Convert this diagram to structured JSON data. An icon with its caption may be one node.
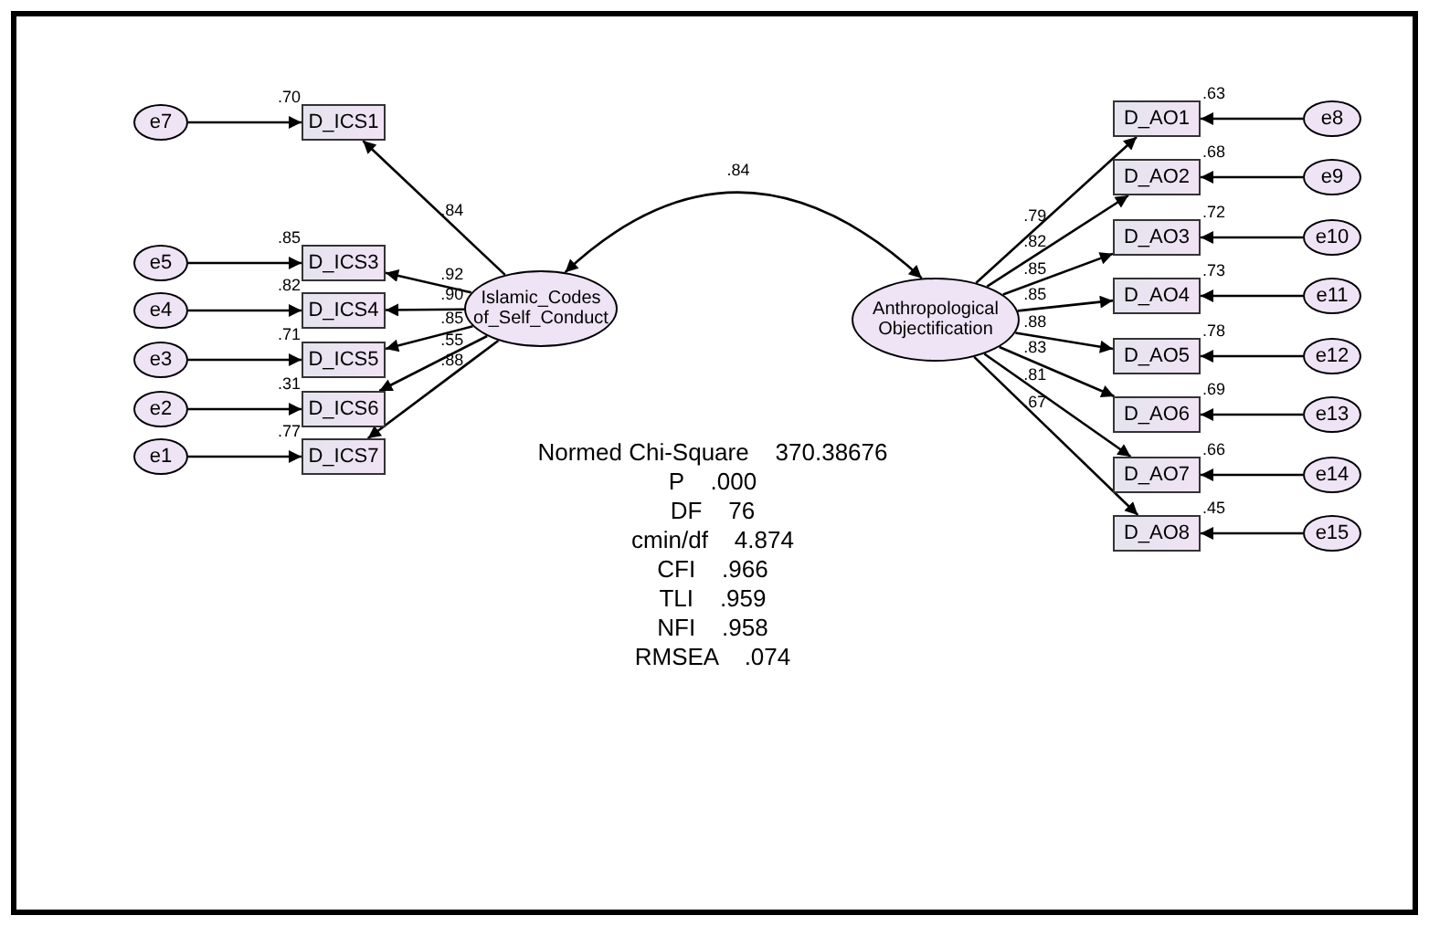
{
  "diagram": {
    "nodes": [
      {
        "text": [
          "Islamic_Codes of_Self_Conduct"
        ]
      },
      {
        "text": [
          "Anthropological Objectification"
        ]
      },
      {
        "text": [
          "D_ICS1"
        ],
        "beside": [
          ".70"
        ]
      },
      {
        "text": [
          "D_ICS3"
        ],
        "beside": [
          ".85"
        ]
      },
      {
        "text": [
          "D_ICS4"
        ],
        "beside": [
          ".82"
        ]
      },
      {
        "text": [
          "D_ICS5"
        ],
        "beside": [
          ".71"
        ]
      },
      {
        "text": [
          "D_ICS6"
        ],
        "beside": [
          ".31"
        ]
      },
      {
        "text": [
          "D_ICS7"
        ],
        "beside": [
          ".77"
        ]
      },
      {
        "text": [
          "e7"
        ]
      },
      {
        "text": [
          "e5"
        ]
      },
      {
        "text": [
          "e4"
        ]
      },
      {
        "text": [
          "e3"
        ]
      },
      {
        "text": [
          "e2"
        ]
      },
      {
        "text": [
          "e1"
        ]
      },
      {
        "text": [
          "D_AO1"
        ],
        "beside": [
          ".63"
        ]
      },
      {
        "text": [
          "D_AO2"
        ],
        "beside": [
          ".68"
        ]
      },
      {
        "text": [
          "D_AO3"
        ],
        "beside": [
          ".72"
        ]
      },
      {
        "text": [
          "D_AO4"
        ],
        "beside": [
          ".73"
        ]
      },
      {
        "text": [
          "D_AO5"
        ],
        "beside": [
          ".78"
        ]
      },
      {
        "text": [
          "D_AO6"
        ],
        "beside": [
          ".69"
        ]
      },
      {
        "text": [
          "D_AO7"
        ],
        "beside": [
          ".66"
        ]
      },
      {
        "text": [
          "D_AO8"
        ],
        "beside": [
          ".45"
        ]
      },
      {
        "text": [
          "e8"
        ]
      },
      {
        "text": [
          "e9"
        ]
      },
      {
        "text": [
          "e10"
        ]
      },
      {
        "text": [
          "e11"
        ]
      },
      {
        "text": [
          "e12"
        ]
      },
      {
        "text": [
          "e13"
        ]
      },
      {
        "text": [
          "e14"
        ]
      },
      {
        "text": [
          "e15"
        ]
      }
    ],
    "edges": [
      {
        "from": 0,
        "to": 1,
        "arrow": "both",
        "label": ".84"
      },
      {
        "from": 0,
        "to": 2,
        "arrow": "to",
        "label": ".84"
      },
      {
        "from": 0,
        "to": 3,
        "arrow": "to",
        "label": ".92"
      },
      {
        "from": 0,
        "to": 4,
        "arrow": "to",
        "label": ".90"
      },
      {
        "from": 0,
        "to": 5,
        "arrow": "to",
        "label": ".85"
      },
      {
        "from": 0,
        "to": 6,
        "arrow": "to",
        "label": ".55"
      },
      {
        "from": 0,
        "to": 7,
        "arrow": "to",
        "label": ".88"
      },
      {
        "from": 8,
        "to": 2,
        "arrow": "to"
      },
      {
        "from": 9,
        "to": 3,
        "arrow": "to"
      },
      {
        "from": 10,
        "to": 4,
        "arrow": "to"
      },
      {
        "from": 11,
        "to": 5,
        "arrow": "to"
      },
      {
        "from": 12,
        "to": 6,
        "arrow": "to"
      },
      {
        "from": 13,
        "to": 7,
        "arrow": "to"
      },
      {
        "from": 1,
        "to": 14,
        "arrow": "to",
        "label": ".79"
      },
      {
        "from": 1,
        "to": 15,
        "arrow": "to",
        "label": ".82"
      },
      {
        "from": 1,
        "to": 16,
        "arrow": "to",
        "label": ".85"
      },
      {
        "from": 1,
        "to": 17,
        "arrow": "to",
        "label": ".85"
      },
      {
        "from": 1,
        "to": 18,
        "arrow": "to",
        "label": ".88"
      },
      {
        "from": 1,
        "to": 19,
        "arrow": "to",
        "label": ".83"
      },
      {
        "from": 1,
        "to": 20,
        "arrow": "to",
        "label": ".81"
      },
      {
        "from": 1,
        "to": 21,
        "arrow": "to",
        "label": ".67"
      },
      {
        "from": 22,
        "to": 14,
        "arrow": "to"
      },
      {
        "from": 23,
        "to": 15,
        "arrow": "to"
      },
      {
        "from": 24,
        "to": 16,
        "arrow": "to"
      },
      {
        "from": 25,
        "to": 17,
        "arrow": "to"
      },
      {
        "from": 26,
        "to": 18,
        "arrow": "to"
      },
      {
        "from": 27,
        "to": 19,
        "arrow": "to"
      },
      {
        "from": 28,
        "to": 20,
        "arrow": "to"
      },
      {
        "from": 29,
        "to": 21,
        "arrow": "to"
      }
    ],
    "labels": [
      "Normed Chi-Square    370.38676",
      "P    .000",
      "DF    76",
      "cmin/df    4.874",
      "CFI    .966",
      "TLI    .959",
      "NFI    .958",
      "RMSEA    .074"
    ]
  }
}
